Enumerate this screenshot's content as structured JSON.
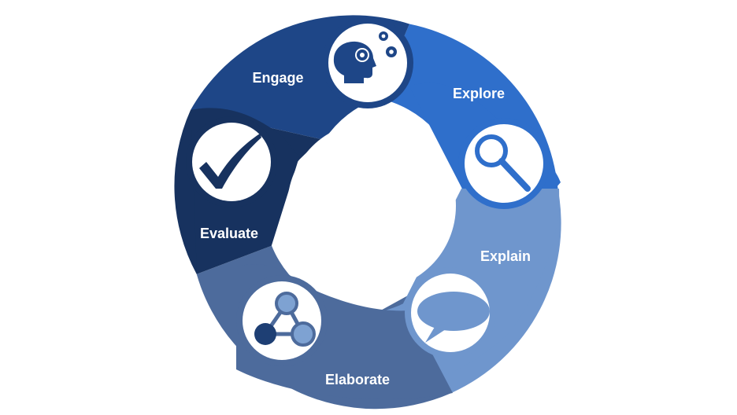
{
  "stages": [
    {
      "id": "engage",
      "label": "Engage",
      "color": "#1e4687",
      "icon": "head-gears-icon"
    },
    {
      "id": "explore",
      "label": "Explore",
      "color": "#2f6fcb",
      "icon": "magnifier-icon"
    },
    {
      "id": "explain",
      "label": "Explain",
      "color": "#6f96cd",
      "icon": "speech-bubble-icon"
    },
    {
      "id": "elaborate",
      "label": "Elaborate",
      "color": "#4d6b9c",
      "icon": "connected-nodes-icon"
    },
    {
      "id": "evaluate",
      "label": "Evaluate",
      "color": "#17325f",
      "icon": "checkmark-icon"
    }
  ]
}
